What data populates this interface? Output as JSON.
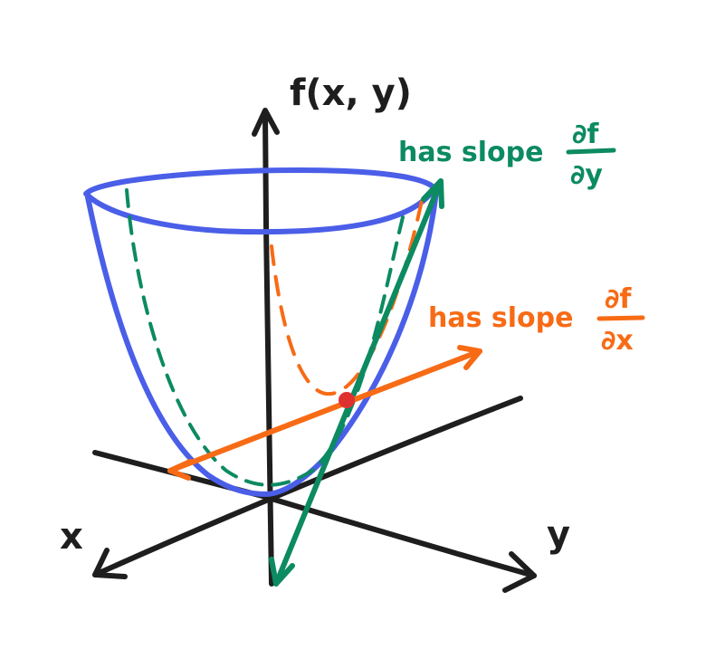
{
  "colors": {
    "axes": "#1e1e1e",
    "surface": "#4a5ee8",
    "slope_y": "#0c8a62",
    "slope_x": "#f76b15",
    "point": "#e03131"
  },
  "labels": {
    "z_axis": "f(x, y)",
    "x_axis": "x",
    "y_axis": "y",
    "slope_y": {
      "text": "has slope",
      "numerator": "∂f",
      "denominator": "∂y"
    },
    "slope_x": {
      "text": "has slope",
      "numerator": "∂f",
      "denominator": "∂x"
    }
  }
}
